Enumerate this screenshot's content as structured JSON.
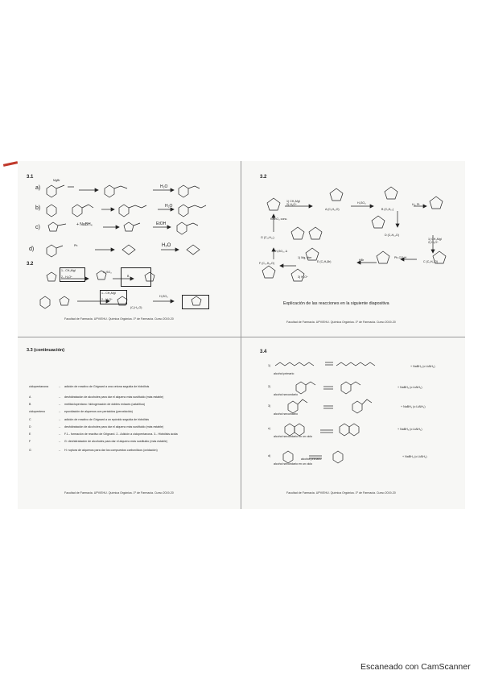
{
  "slides": {
    "s31": {
      "title": "3.1",
      "parts": {
        "a": "a)",
        "b": "b)",
        "c": "c)",
        "d": "d)"
      },
      "reagents": {
        "h2o_a": "H₂O",
        "h2o_b": "H₂O",
        "nabh4": "+ NaBH₄",
        "etoh": "EtOH",
        "h2o_d": "H₂O",
        "mgbr": "MgBr",
        "ph": "Ph"
      }
    },
    "s32_left": {
      "title": "3.2",
      "reagents": {
        "r1": "1.- CH₃MgI",
        "r2": "2.- H₃O⁺",
        "h2so4": "H₂SO₄",
        "r3": "1.- CH₃MgI",
        "r4": "2.- H₃O⁺",
        "formula": "(C₆H₁₂O)",
        "h2so4b": "H₂SO₄",
        "boxB": "B"
      },
      "footer": "Facultad de Farmacia. UPV/EHU. Química Orgánica. 1º de Farmacia. Curso 2019-20"
    },
    "s32_right": {
      "title": "3.2",
      "labels": {
        "reagent_top": "1) CH₃MgI\n2) H₃O⁺",
        "A": "A (C₆H₁₂O)",
        "h2so4": "H₂SO₄",
        "B": "B (C₆H₁₀)",
        "h2pt": "H₂, Pt",
        "kmno4": "KMnO₄ conc.",
        "G": "G (C₁₀H₁₆)",
        "h2so4b": "H₂SO₄, Δ",
        "mg": "1) Mg, éter",
        "h3o": "3) H₃O⁺",
        "F": "F (C₁₀H₁₈O)",
        "E": "E (C₅H₉Br)",
        "hbr": "HBr",
        "phco3h": "Ph-CO₃H",
        "C": "C (C₆H₁₀O)",
        "D": "D (C₇H₁₄O)",
        "ch3mgi2": "1) CH₃MgI\n2) H₃O⁺"
      },
      "caption": "Explicación de las reacciones en la siguiente diapositiva",
      "footer": "Facultad de Farmacia. UPV/EHU. Química Orgánica. 1º de Farmacia. Curso 2019-20"
    },
    "s33": {
      "title": "3.3 (continuación)",
      "items": [
        {
          "key": "ciclopentanona",
          "text": "adición de reactivo de Grignard a una cetona seguida de hidrólisis"
        },
        {
          "key": "A",
          "text": "deshidratación de alcoholes para dar el alqueno más sustituido (más estable)"
        },
        {
          "key": "B",
          "text": "metilciclopentano: hidrogenación de dobles enlaces (catalítica)"
        },
        {
          "key": "ciclopenteno",
          "text": "epoxidación de alquenos con perácidos (peroxiácido)"
        },
        {
          "key": "C",
          "text": "adición de reactivo de Grignard a un epóxido seguida de hidrólisis"
        },
        {
          "key": "D",
          "text": "deshidratación de alcoholes para dar el alqueno más sustituido (más estable)"
        },
        {
          "key": "E",
          "text": "F.1.- formación de reactivo de Grignard. 2.- Adición a ciclopentanona. 3.- Hidrólisis ácida"
        },
        {
          "key": "F",
          "text": "G: deshidratación de alcoholes para dar el alqueno más sustituido (más estable)"
        },
        {
          "key": "G",
          "text": "H: ruptura de alquenos para dar los compuestos carbonílicos (oxidación)"
        }
      ],
      "footer": "Facultad de Farmacia. UPV/EHU. Química Orgánica. 1º de Farmacia. Curso 2019-20"
    },
    "s34": {
      "title": "3.4",
      "rows": [
        {
          "n": "1)",
          "label": "alcohol primario",
          "reagent": "+ NaBH₄ (o LiAlH₄)"
        },
        {
          "n": "2)",
          "label": "alcohol secundario",
          "reagent": "+ NaBH₄ (o LiAlH₄)"
        },
        {
          "n": "3)",
          "label": "alcohol secundario",
          "reagent": "+ NaBH₄ (o LiAlH₄)"
        },
        {
          "n": "c)",
          "label": "alcohol secundario en un ciclo",
          "reagent": "+ NaBH₄ (o LiAlH₄)"
        },
        {
          "n": "d)",
          "label": "alcohol secundario en un ciclo",
          "label2": "alcohol primario",
          "reagent": "+ NaBH₄ (o LiAlH₄)"
        }
      ],
      "footer": "Facultad de Farmacia. UPV/EHU. Química Orgánica. 1º de Farmacia. Curso 2019-20"
    }
  },
  "watermark": "Escaneado con CamScanner"
}
